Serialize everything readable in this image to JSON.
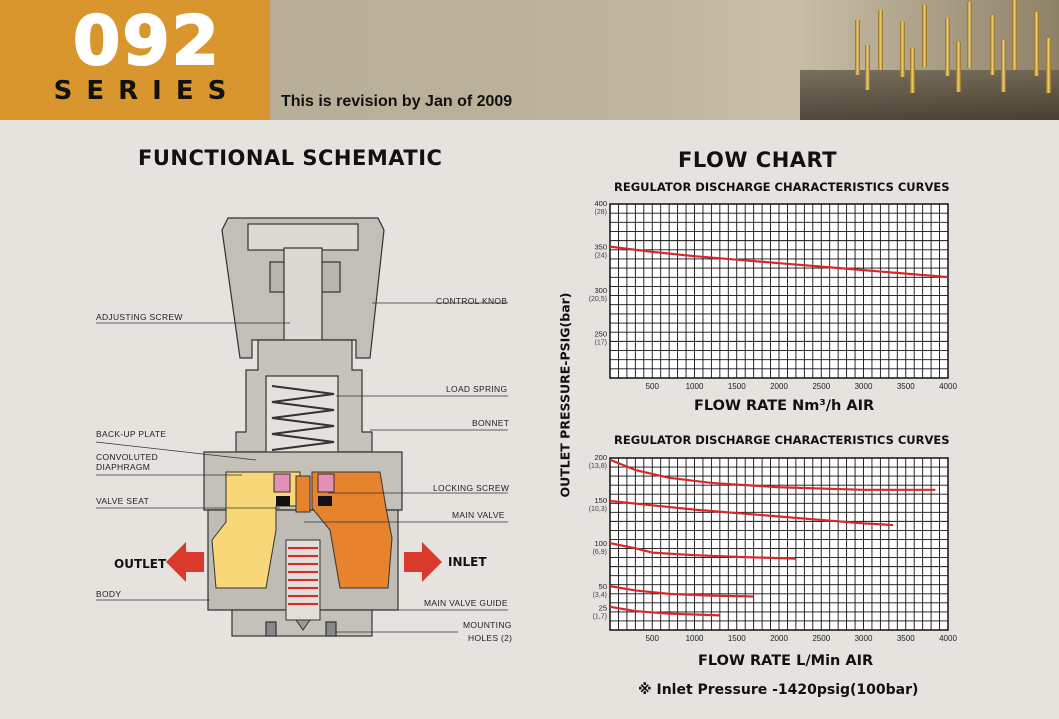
{
  "header": {
    "series_number": "092",
    "series_word": "SERIES",
    "revision": "This is revision by Jan of 2009"
  },
  "colors": {
    "badge": "#d9962e",
    "curve": "#d8282a",
    "arrow": "#d93a2b",
    "seat_yellow": "#f7d777",
    "inlet_orange": "#e8832d",
    "seal_pink": "#e48fb5"
  },
  "schematic": {
    "title": "FUNCTIONAL SCHEMATIC",
    "labels": {
      "adjusting_screw": "ADJUSTING SCREW",
      "control_knob": "CONTROL KNOB",
      "load_spring": "LOAD SPRING",
      "bonnet": "BONNET",
      "backup_plate": "BACK-UP PLATE",
      "convoluted_diaphragm_1": "CONVOLUTED",
      "convoluted_diaphragm_2": "DIAPHRAGM",
      "valve_seat": "VALVE SEAT",
      "locking_screw": "LOCKING SCREW",
      "main_valve": "MAIN VALVE",
      "body": "BODY",
      "main_valve_guide": "MAIN VALVE GUIDE",
      "mounting_holes_1": "MOUNTING",
      "mounting_holes_2": "HOLES (2)"
    },
    "outlet": "OUTLET",
    "inlet": "INLET"
  },
  "flow": {
    "title": "FLOW CHART",
    "y_axis_label": "OUTLET PRESSURE-PSIG(bar)",
    "note": "※ Inlet Pressure -1420psig(100bar)"
  },
  "chart_data": [
    {
      "type": "line",
      "title": "REGULATOR DISCHARGE CHARACTERISTICS CURVES",
      "xlabel": "FLOW RATE Nm³/h AIR",
      "xlim": [
        0,
        4000
      ],
      "ylim": [
        200,
        400
      ],
      "x_ticks": [
        "500",
        "1000",
        "1500",
        "2000",
        "2500",
        "3000",
        "3500",
        "4000"
      ],
      "y_ticks": [
        {
          "value": 400,
          "psig": "400",
          "bar": "(28)"
        },
        {
          "value": 350,
          "psig": "350",
          "bar": "(24)"
        },
        {
          "value": 300,
          "psig": "300",
          "bar": "(20,5)"
        },
        {
          "value": 250,
          "psig": "250",
          "bar": "(17)"
        }
      ],
      "grid": true,
      "series": [
        {
          "x": [
            0,
            500,
            1000,
            1500,
            2000,
            2500,
            3000,
            3500,
            4000
          ],
          "y": [
            351,
            345,
            340,
            336,
            332,
            328,
            324,
            320,
            316
          ]
        }
      ]
    },
    {
      "type": "line",
      "title": "REGULATOR DISCHARGE CHARACTERISTICS CURVES",
      "xlabel": "FLOW RATE L/Min AIR",
      "xlim": [
        0,
        4000
      ],
      "ylim": [
        0,
        200
      ],
      "x_ticks": [
        "500",
        "1000",
        "1500",
        "2000",
        "2500",
        "3000",
        "3500",
        "4000"
      ],
      "y_ticks": [
        {
          "value": 200,
          "psig": "200",
          "bar": "(13,8)"
        },
        {
          "value": 150,
          "psig": "150",
          "bar": "(10,3)"
        },
        {
          "value": 100,
          "psig": "100",
          "bar": "(6,9)"
        },
        {
          "value": 50,
          "psig": "50",
          "bar": "(3,4)"
        },
        {
          "value": 25,
          "psig": "25",
          "bar": "(1,7)"
        }
      ],
      "grid": true,
      "series": [
        {
          "x": [
            0,
            300,
            700,
            1200,
            2000,
            3000,
            3850
          ],
          "y": [
            198,
            186,
            177,
            171,
            166,
            163,
            163
          ]
        },
        {
          "x": [
            0,
            500,
            1000,
            1500,
            2000,
            2500,
            3000,
            3350
          ],
          "y": [
            150,
            145,
            140,
            136,
            132,
            128,
            124,
            122
          ]
        },
        {
          "x": [
            0,
            300,
            500,
            1000,
            1500,
            2200
          ],
          "y": [
            101,
            95,
            90,
            87,
            85,
            83
          ]
        },
        {
          "x": [
            0,
            300,
            700,
            1200,
            1700
          ],
          "y": [
            51,
            46,
            42,
            40,
            39
          ]
        },
        {
          "x": [
            0,
            300,
            700,
            1300
          ],
          "y": [
            27,
            22,
            19,
            17
          ]
        }
      ]
    }
  ]
}
